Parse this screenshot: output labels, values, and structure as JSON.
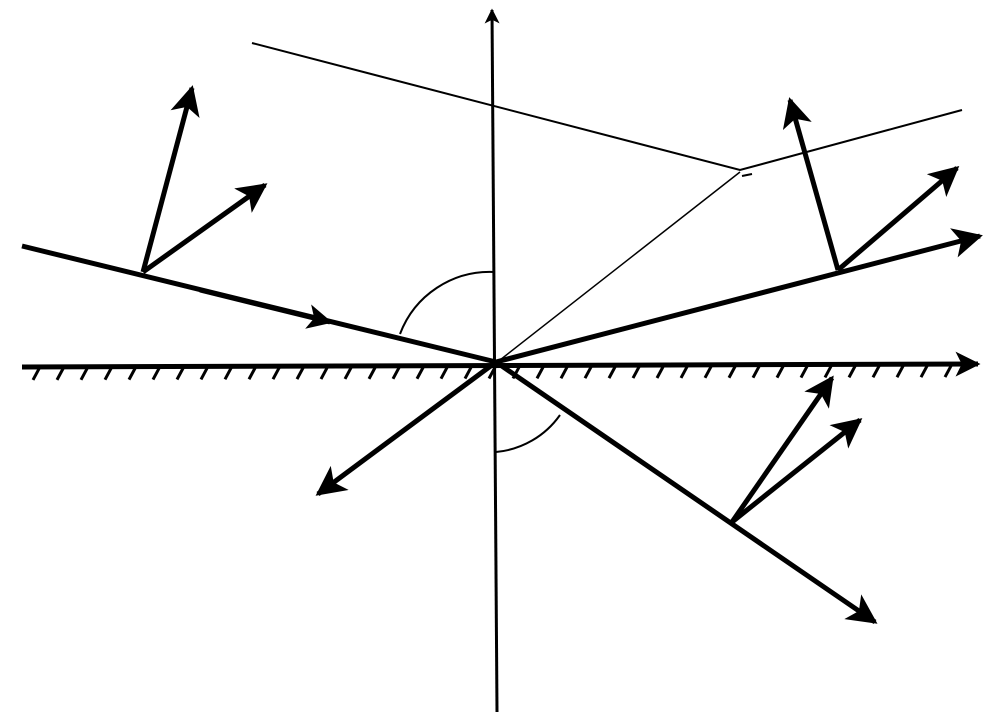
{
  "diagram": {
    "ink_color": "#000000",
    "background_color": "#ffffff",
    "elements": [
      "vertical-axis",
      "interface-surface",
      "incident-ray",
      "reflected-ray",
      "refracted-ray",
      "wavefront-line",
      "incident-vectors",
      "reflected-vectors",
      "refracted-vectors",
      "backward-vector",
      "angle-arcs"
    ]
  }
}
